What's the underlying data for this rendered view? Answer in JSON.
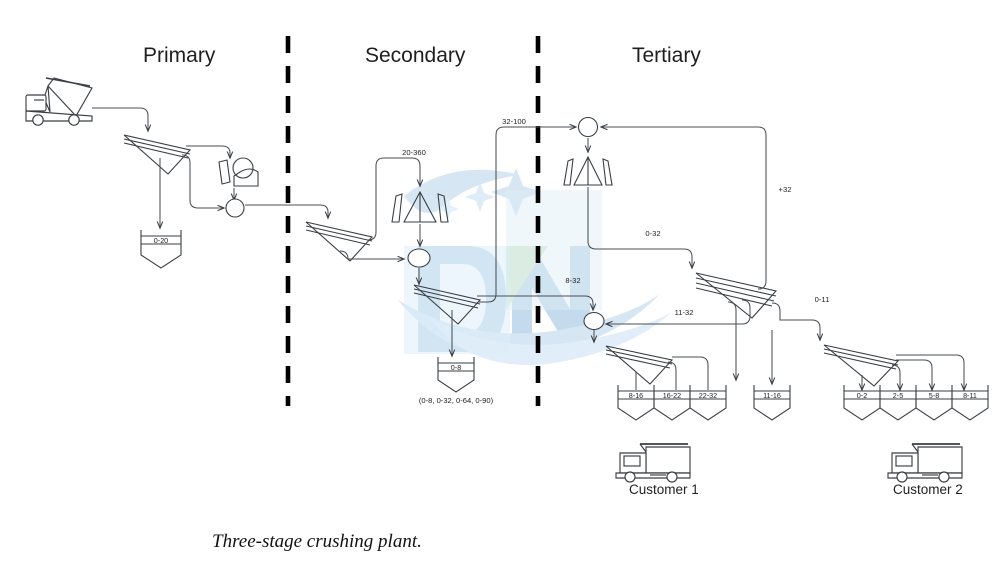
{
  "caption": "Three-stage crushing plant.",
  "stages": [
    {
      "id": "primary",
      "label": "Primary"
    },
    {
      "id": "secondary",
      "label": "Secondary"
    },
    {
      "id": "tertiary",
      "label": "Tertiary"
    }
  ],
  "flow_labels": {
    "secondary_recirc": "20-360",
    "to_tertiary": "32-100",
    "oversize_return": "+32",
    "cone_product": "0-32",
    "screen_mid": "8-32",
    "screen_fines": "11-32",
    "fines_feed": "0-11"
  },
  "bins": {
    "primary": [
      {
        "label": "0-20"
      }
    ],
    "secondary": [
      {
        "label": "0-8"
      }
    ],
    "tertiary_group1": [
      {
        "label": "8-16"
      },
      {
        "label": "16-22"
      },
      {
        "label": "22-32"
      }
    ],
    "tertiary_middle": [
      {
        "label": "11-16"
      }
    ],
    "tertiary_group2": [
      {
        "label": "0-2"
      },
      {
        "label": "2-5"
      },
      {
        "label": "5-8"
      },
      {
        "label": "8-11"
      }
    ]
  },
  "notes": {
    "secondary_bin_options": "(0-8, 0-32, 0-64, 0-90)"
  },
  "customers": [
    {
      "id": "customer-1",
      "label": "Customer 1"
    },
    {
      "id": "customer-2",
      "label": "Customer 2"
    }
  ],
  "icons": {
    "feed_truck": "dump-truck-icon",
    "customer_truck": "dump-truck-icon",
    "screen": "vibrating-screen-icon",
    "jaw_crusher": "jaw-crusher-icon",
    "cone_crusher": "cone-crusher-icon",
    "surge": "surge-hopper-icon",
    "bin": "storage-bin-icon"
  },
  "colors": {
    "line": "#4a4f55",
    "equipment": "#3a3f45",
    "divider": "#000000",
    "watermark_blue": "#c7dcee",
    "watermark_blue_deep": "#b4d2e8",
    "watermark_green": "#d6e8cf",
    "text": "#1f1f1f",
    "background": "#ffffff"
  }
}
